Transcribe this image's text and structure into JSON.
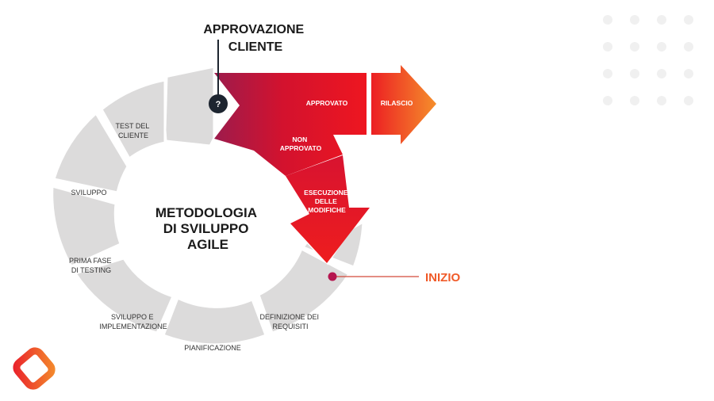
{
  "diagram": {
    "center_title": [
      "METODOLOGIA",
      "DI SVILUPPO",
      "AGILE"
    ],
    "approval_title": [
      "APPROVAZIONE",
      "CLIENTE"
    ],
    "approval_marker": "?",
    "segments": {
      "test_cliente": [
        "TEST DEL",
        "CLIENTE"
      ],
      "sviluppo": [
        "SVILUPPO"
      ],
      "prima_fase_testing": [
        "PRIMA FASE",
        "DI TESTING"
      ],
      "sviluppo_implementazione": [
        "SVILUPPO E",
        "IMPLEMENTAZIONE"
      ],
      "pianificazione": [
        "PIANIFICAZIONE"
      ],
      "definizione_requisiti": [
        "DEFINIZIONE DEI",
        "REQUISITI"
      ]
    },
    "arrows": {
      "approvato": [
        "APPROVATO"
      ],
      "rilascio": [
        "RILASCIO"
      ],
      "non_approvato": [
        "NON",
        "APPROVATO"
      ],
      "esecuzione_modifiche": [
        "ESECUZIONE",
        "DELLE",
        "MODIFICHE"
      ]
    },
    "start_label": "INIZIO",
    "colors": {
      "segment": "#dcdbdb",
      "arrow_dark": "#a01a4a",
      "arrow_red": "#e8101e",
      "arrow_orange": "#f48a2a",
      "start_label": "#f05a28",
      "start_dot": "#b5154f",
      "question_circle": "#1d2530"
    }
  }
}
